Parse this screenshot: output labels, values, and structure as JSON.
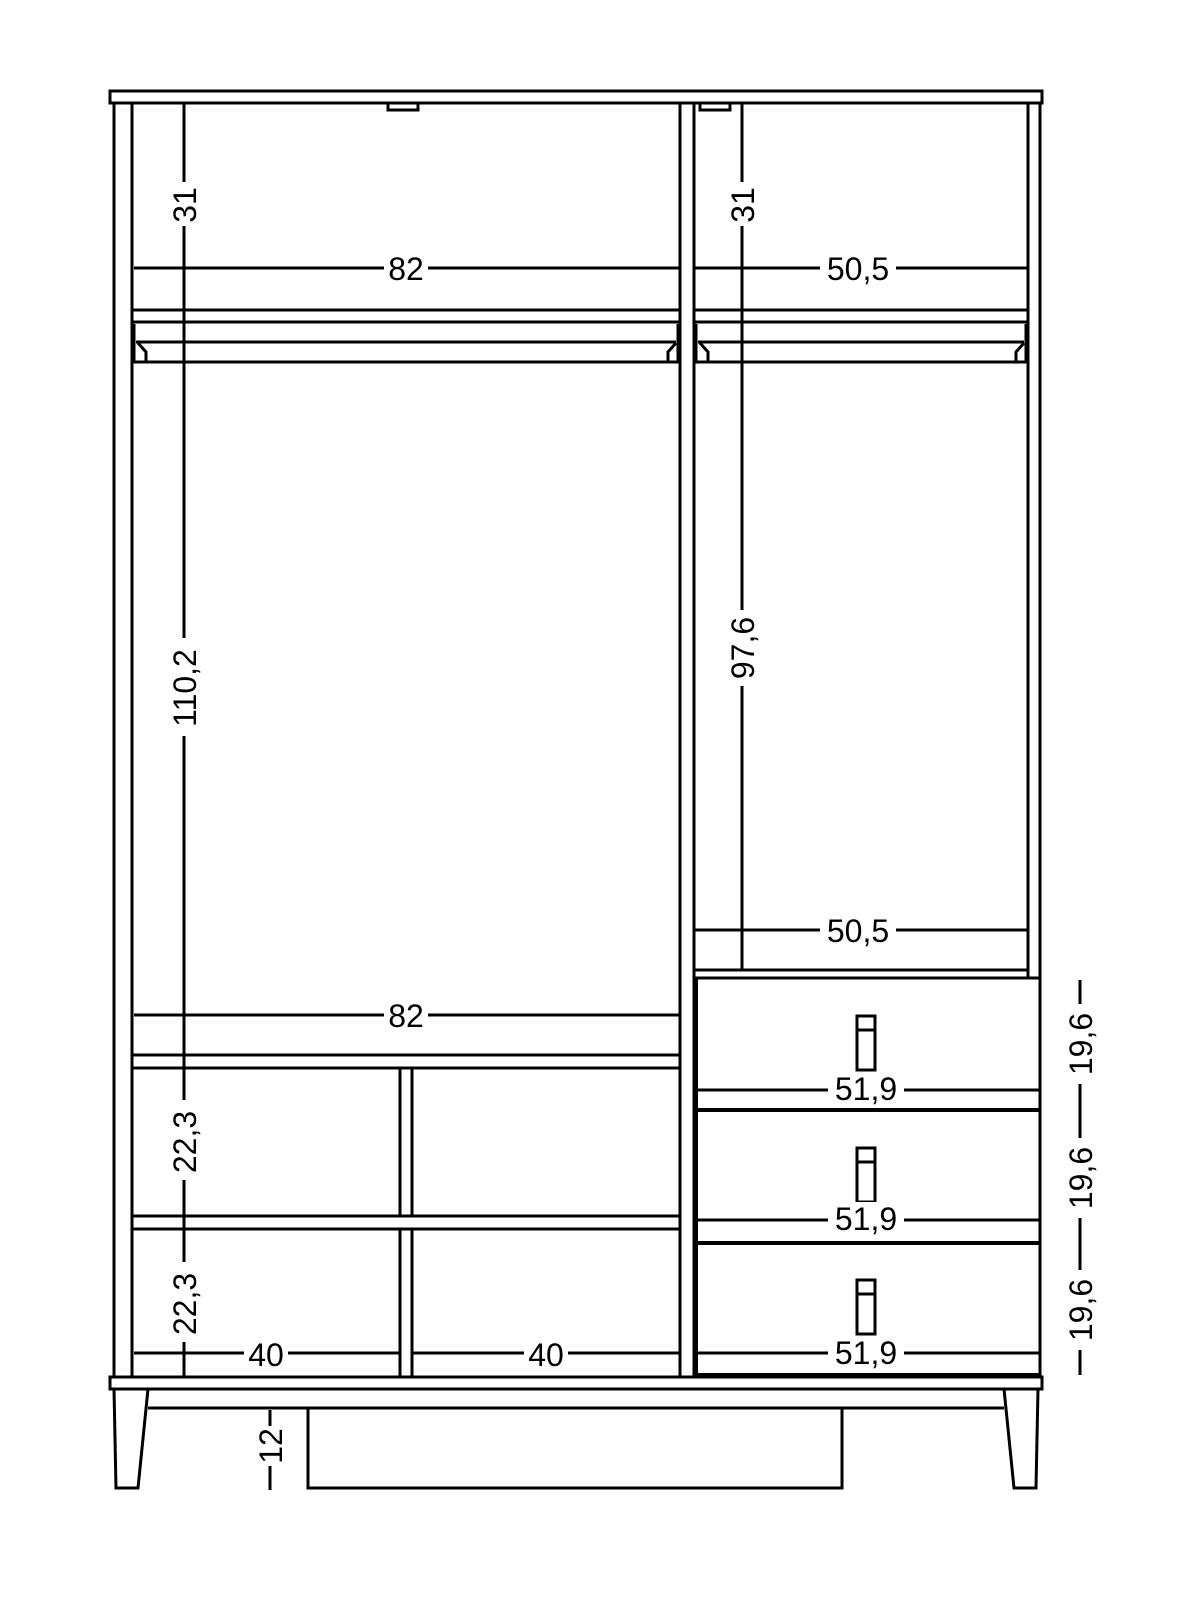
{
  "drawing": {
    "type": "wardrobe-front-elevation",
    "units": "cm",
    "colors": {
      "line": "#000000",
      "background": "#ffffff"
    }
  },
  "dimensions": {
    "top_compartment_left_height": "31",
    "top_compartment_right_height": "31",
    "top_shelf_left_width": "82",
    "top_shelf_right_width": "50,5",
    "hanging_left_height": "110,2",
    "hanging_right_height": "97,6",
    "hanging_right_width": "50,5",
    "hanging_left_width": "82",
    "cubby_upper_height": "22,3",
    "cubby_lower_height": "22,3",
    "cubby_left_width": "40",
    "cubby_right_width": "40",
    "drawer_1_width": "51,9",
    "drawer_2_width": "51,9",
    "drawer_3_width": "51,9",
    "drawer_1_height": "19,6",
    "drawer_2_height": "19,6",
    "drawer_3_height": "19,6",
    "leg_height": "12"
  },
  "components": {
    "drawers": [
      {
        "label": "drawer-1",
        "handle": "bar-handle"
      },
      {
        "label": "drawer-2",
        "handle": "bar-handle"
      },
      {
        "label": "drawer-3",
        "handle": "bar-handle"
      }
    ],
    "hanging_rails": [
      "left-rail",
      "right-rail"
    ],
    "legs": [
      "left-leg",
      "right-leg"
    ]
  }
}
